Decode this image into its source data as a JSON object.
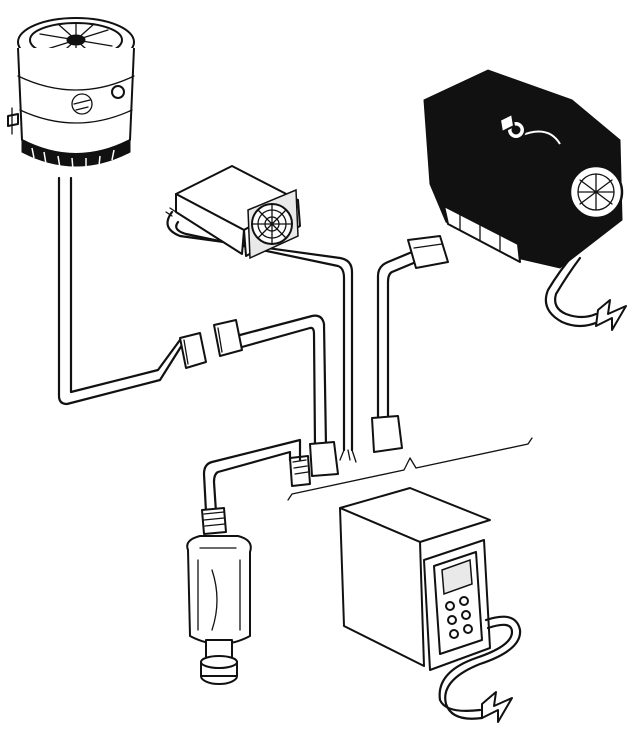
{
  "diagram": {
    "components": [
      {
        "id": "turbo-pump",
        "icon": "turbo-molecular-pump-icon"
      },
      {
        "id": "fan",
        "icon": "cooling-fan-icon"
      },
      {
        "id": "scroll-pump",
        "icon": "scroll-backing-pump-icon"
      },
      {
        "id": "gauge",
        "icon": "vacuum-gauge-icon"
      },
      {
        "id": "controller",
        "icon": "controller-unit-icon"
      }
    ],
    "power_symbols": [
      "power-lightning-icon",
      "power-lightning-icon"
    ]
  }
}
